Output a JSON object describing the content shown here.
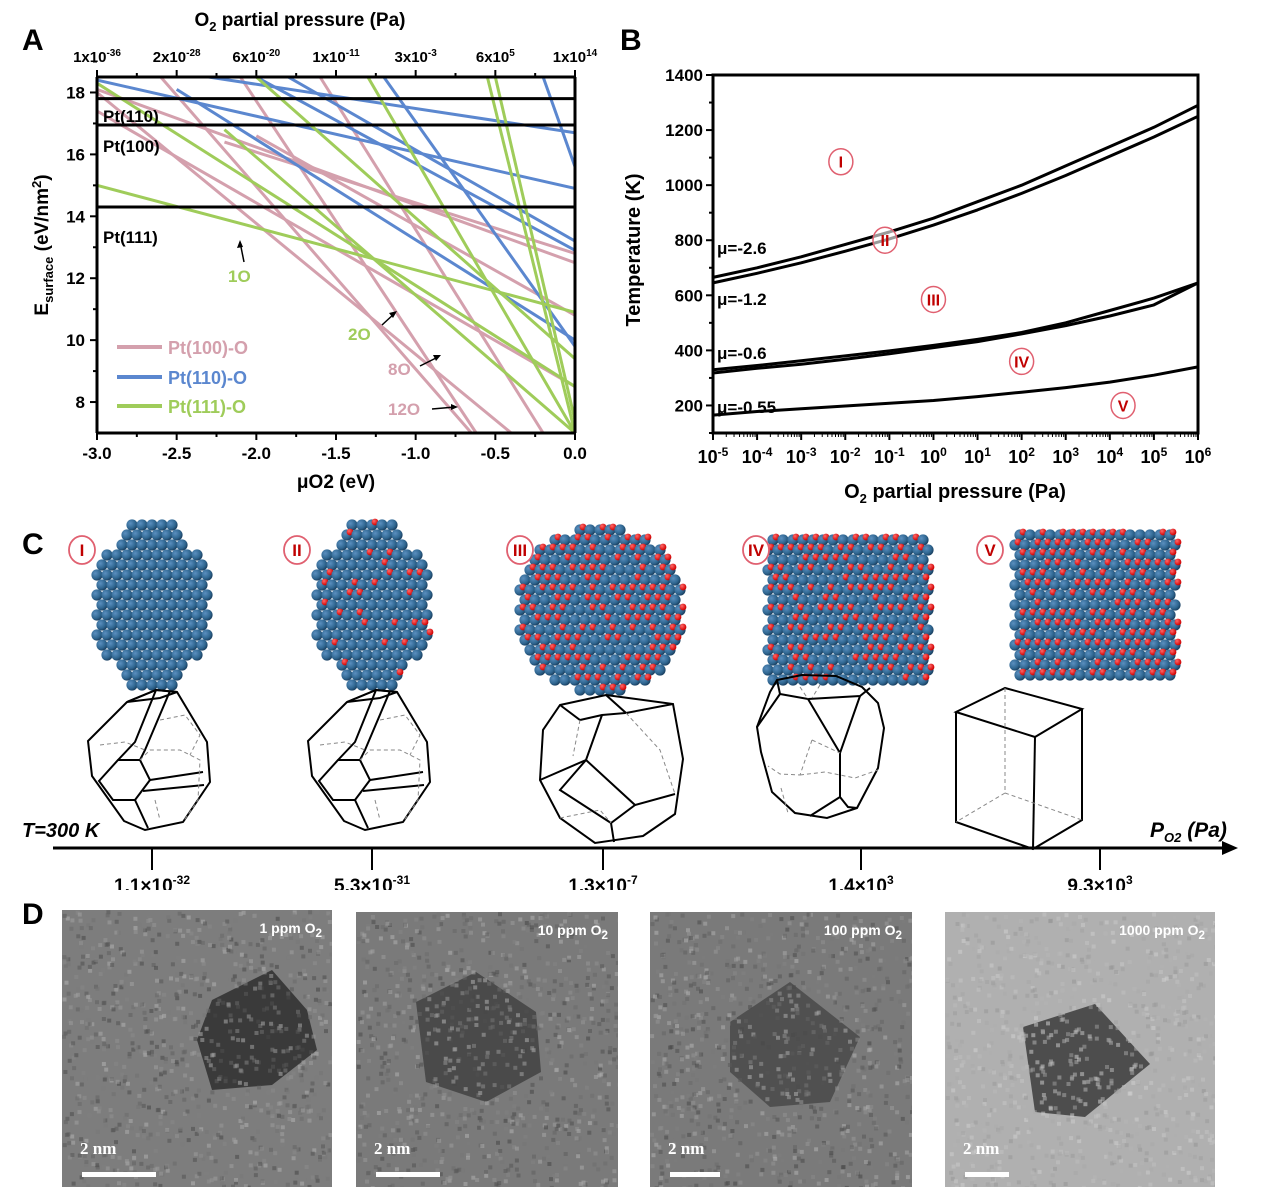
{
  "panels": {
    "a": "A",
    "b": "B",
    "c": "C",
    "d": "D"
  },
  "chart_data": [
    {
      "type": "line",
      "id": "A",
      "title": "",
      "xlabel": "μO2 (eV)",
      "xlabel_main": "μ",
      "xlabel_sub": "O2",
      "xlabel_unit": " (eV)",
      "ylabel_main": "E",
      "ylabel_sub": "surface",
      "ylabel_unit": " (eV/nm",
      "ylabel_sup": "2",
      "ylabel_close": ")",
      "top_axis_label_pre": "O",
      "top_axis_label_sub": "2",
      "top_axis_label_post": " partial pressure (Pa)",
      "xlim": [
        -3.0,
        0.0
      ],
      "ylim": [
        7.0,
        18.5
      ],
      "x_ticks": [
        "-3.0",
        "-2.5",
        "-2.0",
        "-1.5",
        "-1.0",
        "-0.5",
        "0.0"
      ],
      "y_ticks": [
        "8",
        "10",
        "12",
        "14",
        "16",
        "18"
      ],
      "top_ticks": [
        {
          "base": "1x10",
          "exp": "-36"
        },
        {
          "base": "2x10",
          "exp": "-28"
        },
        {
          "base": "6x10",
          "exp": "-20"
        },
        {
          "base": "1x10",
          "exp": "-11"
        },
        {
          "base": "3x10",
          "exp": "-3"
        },
        {
          "base": "6x10",
          "exp": "5"
        },
        {
          "base": "1x10",
          "exp": "14"
        }
      ],
      "clean_surfaces": [
        {
          "name": "Pt(110)",
          "energy": 17.8
        },
        {
          "name": "Pt(100)",
          "energy": 16.95
        },
        {
          "name": "Pt(111)",
          "energy": 14.3
        }
      ],
      "legend": [
        {
          "label": "Pt(100)-O",
          "color": "#d4a0ad"
        },
        {
          "label": "Pt(110)-O",
          "color": "#5b87cf"
        },
        {
          "label": "Pt(111)-O",
          "color": "#9fcc5a"
        }
      ],
      "legend_position": "bottom-left",
      "annotations": [
        {
          "text": "1O",
          "color": "#9fcc5a"
        },
        {
          "text": "2O",
          "color": "#9fcc5a"
        },
        {
          "text": "8O",
          "color": "#d4a0ad"
        },
        {
          "text": "12O",
          "color": "#d4a0ad"
        }
      ],
      "series": [
        {
          "name": "Pt(100)-O",
          "color": "#d4a0ad",
          "lines": [
            [
              [
                -3.0,
                18.1
              ],
              [
                0.0,
                12.5
              ]
            ],
            [
              [
                -3.0,
                17.4
              ],
              [
                0.0,
                8.5
              ]
            ],
            [
              [
                -3.0,
                18.0
              ],
              [
                -0.4,
                7.0
              ]
            ],
            [
              [
                -2.6,
                18.5
              ],
              [
                -0.65,
                7.0
              ]
            ],
            [
              [
                -2.1,
                18.5
              ],
              [
                -0.62,
                7.0
              ]
            ],
            [
              [
                -1.6,
                18.5
              ],
              [
                -0.2,
                7.0
              ]
            ],
            [
              [
                -2.0,
                16.6
              ],
              [
                0.0,
                10.8
              ]
            ],
            [
              [
                -2.2,
                16.4
              ],
              [
                0.0,
                12.8
              ]
            ]
          ]
        },
        {
          "name": "Pt(110)-O",
          "color": "#5b87cf",
          "lines": [
            [
              [
                -3.0,
                18.4
              ],
              [
                0.0,
                14.9
              ]
            ],
            [
              [
                -2.0,
                18.5
              ],
              [
                0.0,
                12.9
              ]
            ],
            [
              [
                -2.5,
                18.1
              ],
              [
                0.0,
                10.0
              ]
            ],
            [
              [
                -1.8,
                18.5
              ],
              [
                0.0,
                13.2
              ]
            ],
            [
              [
                -1.2,
                18.5
              ],
              [
                0.0,
                9.8
              ]
            ],
            [
              [
                -0.2,
                18.5
              ],
              [
                0.0,
                15.6
              ]
            ],
            [
              [
                -2.3,
                18.5
              ],
              [
                0.0,
                16.7
              ]
            ]
          ]
        },
        {
          "name": "Pt(111)-O",
          "color": "#9fcc5a",
          "lines": [
            [
              [
                -3.0,
                15.0
              ],
              [
                0.0,
                10.9
              ]
            ],
            [
              [
                -3.0,
                18.3
              ],
              [
                0.0,
                8.5
              ]
            ],
            [
              [
                -2.0,
                18.5
              ],
              [
                0.0,
                9.4
              ]
            ],
            [
              [
                -1.3,
                18.5
              ],
              [
                0.0,
                7.0
              ]
            ],
            [
              [
                -0.55,
                18.5
              ],
              [
                0.0,
                7.0
              ]
            ],
            [
              [
                -0.5,
                18.5
              ],
              [
                0.0,
                7.4
              ]
            ],
            [
              [
                -2.2,
                16.8
              ],
              [
                0.0,
                7.0
              ]
            ]
          ]
        }
      ]
    },
    {
      "type": "line",
      "id": "B",
      "xlabel_pre": "O",
      "xlabel_sub": "2",
      "xlabel_post": " partial pressure (Pa)",
      "ylabel": "Temperature (K)",
      "xscale": "log",
      "xlim_exp": [
        -5,
        6
      ],
      "ylim": [
        100,
        1400
      ],
      "x_ticks": [
        {
          "base": "10",
          "exp": "-5"
        },
        {
          "base": "10",
          "exp": "-4"
        },
        {
          "base": "10",
          "exp": "-3"
        },
        {
          "base": "10",
          "exp": "-2"
        },
        {
          "base": "10",
          "exp": "-1"
        },
        {
          "base": "10",
          "exp": "0"
        },
        {
          "base": "10",
          "exp": "1"
        },
        {
          "base": "10",
          "exp": "2"
        },
        {
          "base": "10",
          "exp": "3"
        },
        {
          "base": "10",
          "exp": "4"
        },
        {
          "base": "10",
          "exp": "5"
        },
        {
          "base": "10",
          "exp": "6"
        }
      ],
      "y_ticks": [
        "200",
        "400",
        "600",
        "800",
        "1000",
        "1200",
        "1400"
      ],
      "series": [
        {
          "name": "μ=-2.6",
          "log_p": [
            -5,
            -4,
            -3,
            -2,
            -1,
            0,
            1,
            2,
            3,
            4,
            5,
            6
          ],
          "T": [
            665,
            700,
            740,
            785,
            830,
            880,
            940,
            1000,
            1070,
            1140,
            1210,
            1290
          ]
        },
        {
          "name": "μ=-2.6b",
          "log_p": [
            -5,
            -4,
            -3,
            -2,
            -1,
            0,
            1,
            2,
            3,
            4,
            5,
            6
          ],
          "T": [
            645,
            680,
            718,
            760,
            805,
            855,
            910,
            970,
            1035,
            1105,
            1175,
            1250
          ]
        },
        {
          "name": "μ=-1.2",
          "log_p": [
            -5,
            -4,
            -3,
            -2,
            -1,
            0,
            1,
            2,
            3,
            4,
            5,
            6
          ],
          "T": [
            330,
            345,
            362,
            380,
            398,
            418,
            440,
            465,
            500,
            545,
            590,
            645
          ]
        },
        {
          "name": "μ=-0.6",
          "log_p": [
            -5,
            -4,
            -3,
            -2,
            -1,
            0,
            1,
            2,
            3,
            4,
            5,
            6
          ],
          "T": [
            318,
            335,
            350,
            368,
            388,
            410,
            432,
            460,
            490,
            525,
            565,
            645
          ]
        },
        {
          "name": "μ=-0.55",
          "log_p": [
            -5,
            -4,
            -3,
            -2,
            -1,
            0,
            1,
            2,
            3,
            4,
            5,
            6
          ],
          "T": [
            165,
            178,
            188,
            198,
            208,
            218,
            232,
            248,
            265,
            285,
            310,
            340
          ]
        }
      ],
      "curve_labels": [
        "μ=-2.6",
        "μ=-1.2",
        "μ=-0.6",
        "μ=-0.55"
      ],
      "regions": [
        {
          "label": "I",
          "log_p": -2.1,
          "T": 1085
        },
        {
          "label": "II",
          "log_p": -1.1,
          "T": 800
        },
        {
          "label": "III",
          "log_p": 0.0,
          "T": 585
        },
        {
          "label": "IV",
          "log_p": 2.0,
          "T": 360
        },
        {
          "label": "V",
          "log_p": 4.3,
          "T": 200
        }
      ]
    }
  ],
  "panel_c": {
    "stages": [
      {
        "roman": "I",
        "pressure_base": "1.1×10",
        "pressure_exp": "-32"
      },
      {
        "roman": "II",
        "pressure_base": "5.3×10",
        "pressure_exp": "-31"
      },
      {
        "roman": "III",
        "pressure_base": "1.3×10",
        "pressure_exp": "-7"
      },
      {
        "roman": "IV",
        "pressure_base": "1.4×10",
        "pressure_exp": "3"
      },
      {
        "roman": "V",
        "pressure_base": "9.3×10",
        "pressure_exp": "3"
      }
    ],
    "temperature_label": "T=300 K",
    "axis_label_main": "P",
    "axis_label_sub": "O2",
    "axis_label_unit": " (Pa)",
    "colors": {
      "pt": "#2f6690",
      "o": "#e01010",
      "roman": "#c00000",
      "circle": "#e06070"
    }
  },
  "panel_d": {
    "images": [
      {
        "label_pre": "1 ppm O",
        "label_sub": "2",
        "scale": "2 nm"
      },
      {
        "label_pre": "10 ppm O",
        "label_sub": "2",
        "scale": "2 nm"
      },
      {
        "label_pre": "100 ppm O",
        "label_sub": "2",
        "scale": "2 nm"
      },
      {
        "label_pre": "1000 ppm O",
        "label_sub": "2",
        "scale": "2 nm"
      }
    ]
  }
}
